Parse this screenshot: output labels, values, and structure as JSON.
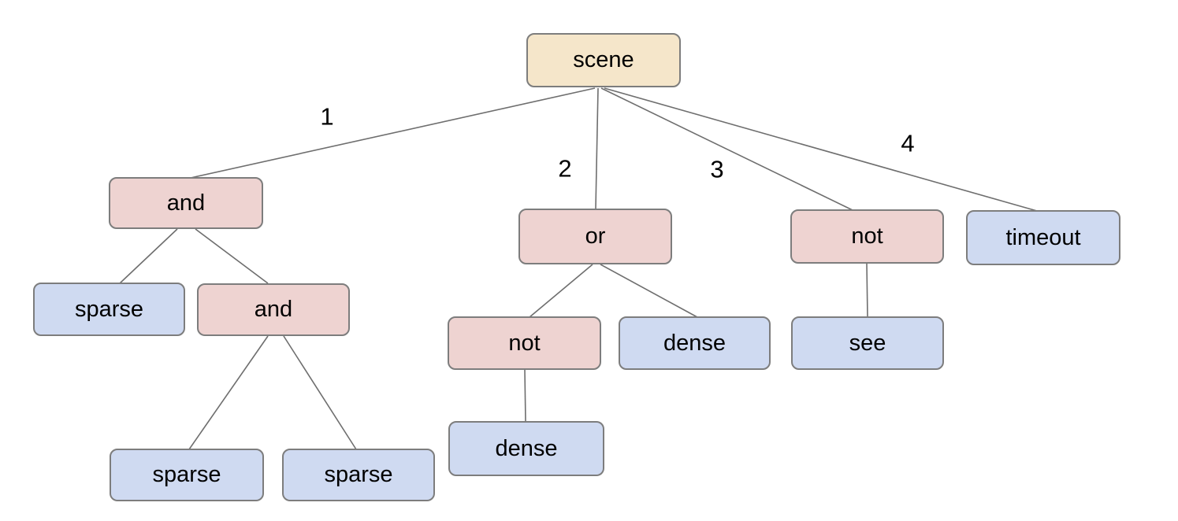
{
  "diagram": {
    "type": "tree",
    "colors": {
      "background": "#ffffff",
      "root_fill": "#f5e6ca",
      "operator_fill": "#eed3d1",
      "leaf_fill": "#cfdaf1",
      "node_border": "#7d7d7d",
      "edge_line": "#6e6e6e",
      "text": "#000000"
    },
    "nodes": [
      {
        "id": "scene",
        "label": "scene",
        "type": "root"
      },
      {
        "id": "and-1",
        "label": "and",
        "type": "operator"
      },
      {
        "id": "or-1",
        "label": "or",
        "type": "operator"
      },
      {
        "id": "not-1",
        "label": "not",
        "type": "operator"
      },
      {
        "id": "timeout-1",
        "label": "timeout",
        "type": "leaf"
      },
      {
        "id": "sparse-1",
        "label": "sparse",
        "type": "leaf"
      },
      {
        "id": "and-2",
        "label": "and",
        "type": "operator"
      },
      {
        "id": "not-2",
        "label": "not",
        "type": "operator"
      },
      {
        "id": "dense-1",
        "label": "dense",
        "type": "leaf"
      },
      {
        "id": "see-1",
        "label": "see",
        "type": "leaf"
      },
      {
        "id": "dense-2",
        "label": "dense",
        "type": "leaf"
      },
      {
        "id": "sparse-2",
        "label": "sparse",
        "type": "leaf"
      },
      {
        "id": "sparse-3",
        "label": "sparse",
        "type": "leaf"
      }
    ],
    "edge_labels": [
      {
        "text": "1"
      },
      {
        "text": "2"
      },
      {
        "text": "3"
      },
      {
        "text": "4"
      }
    ],
    "edges": [
      {
        "from": "scene",
        "to": "and-1",
        "label": "1"
      },
      {
        "from": "scene",
        "to": "or-1",
        "label": "2"
      },
      {
        "from": "scene",
        "to": "not-1",
        "label": "3"
      },
      {
        "from": "scene",
        "to": "timeout-1",
        "label": "4"
      },
      {
        "from": "and-1",
        "to": "sparse-1"
      },
      {
        "from": "and-1",
        "to": "and-2"
      },
      {
        "from": "and-2",
        "to": "sparse-2"
      },
      {
        "from": "and-2",
        "to": "sparse-3"
      },
      {
        "from": "or-1",
        "to": "not-2"
      },
      {
        "from": "or-1",
        "to": "dense-1"
      },
      {
        "from": "not-2",
        "to": "dense-2"
      },
      {
        "from": "not-1",
        "to": "see-1"
      }
    ]
  }
}
